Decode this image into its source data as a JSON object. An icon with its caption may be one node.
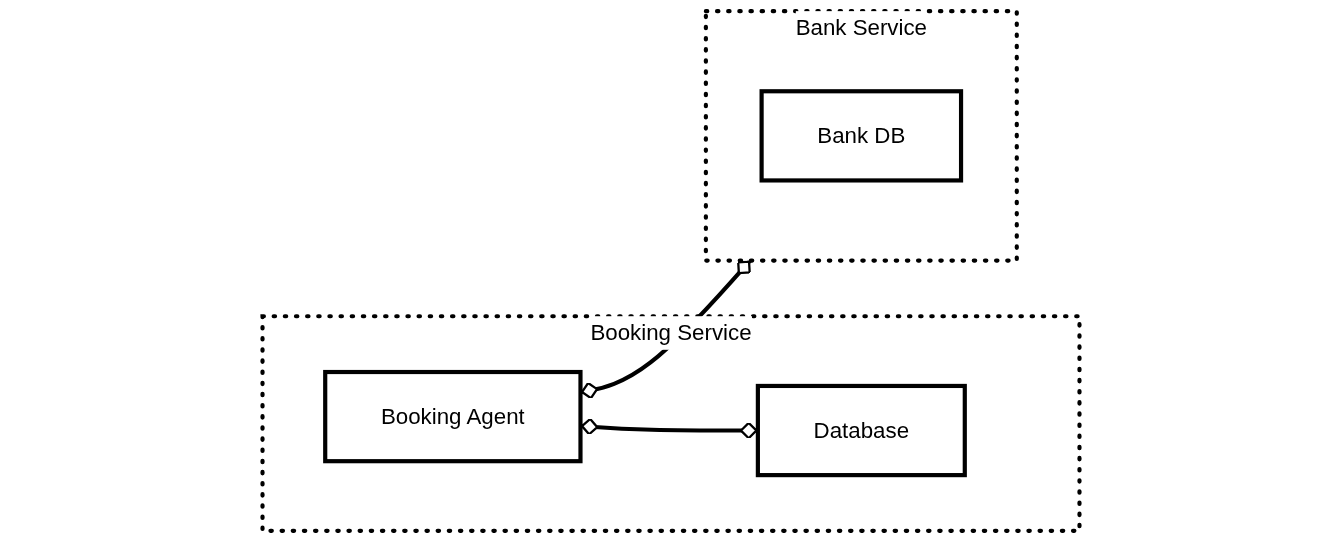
{
  "diagram": {
    "nodes": [
      {
        "text": [
          "Booking Service"
        ]
      },
      {
        "text": [
          "Booking Agent"
        ],
        "in": 0
      },
      {
        "text": [
          "Database"
        ],
        "in": 0
      },
      {
        "text": [
          "Bank Service"
        ]
      },
      {
        "text": [
          "Bank DB"
        ],
        "in": 3
      }
    ],
    "edges": [
      {
        "from": 1,
        "to": 3,
        "arrow": "other"
      },
      {
        "from": 1,
        "to": 2,
        "arrow": "other"
      }
    ]
  }
}
